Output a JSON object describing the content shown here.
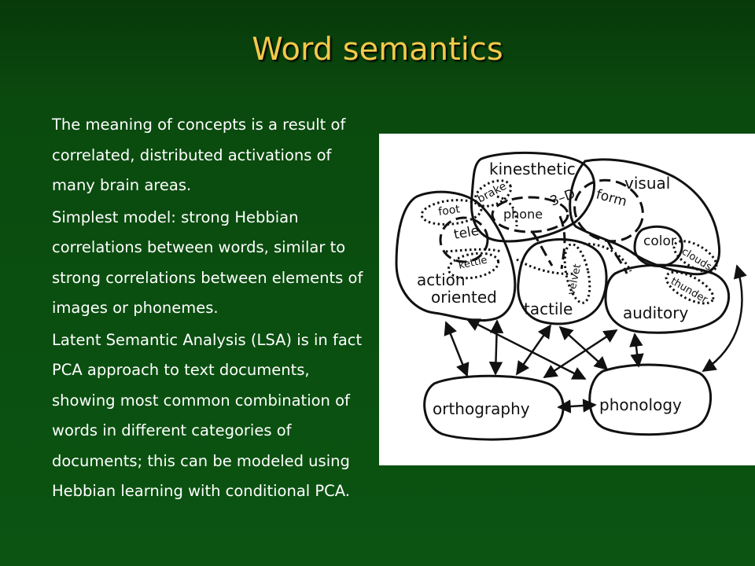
{
  "slide": {
    "title": "Word semantics",
    "paragraphs": [
      "The meaning of concepts is a result of correlated, distributed activations of many brain areas.",
      "Simplest model: strong Hebbian correlations between words, similar to strong correlations between elements of images or phonemes.",
      "Latent Semantic Analysis (LSA) is in fact PCA approach to text documents, showing most common combination of words in different categories of documents; this can be modeled using Hebbian learning with conditional PCA."
    ]
  },
  "diagram": {
    "areas": {
      "kinesthetic": "kinesthetic",
      "visual": "visual",
      "action_oriented_1": "action",
      "action_oriented_2": "oriented",
      "tactile": "tactile",
      "auditory": "auditory",
      "color": "color",
      "orthography": "orthography",
      "phonology": "phonology"
    },
    "words": {
      "foot": "foot",
      "brake": "brake",
      "phone": "phone",
      "three_d": "3–D",
      "form": "form",
      "tele": "tele",
      "kettle": "kettle",
      "velvet": "velvet",
      "clouds": "clouds",
      "thunder": "thunder"
    }
  }
}
